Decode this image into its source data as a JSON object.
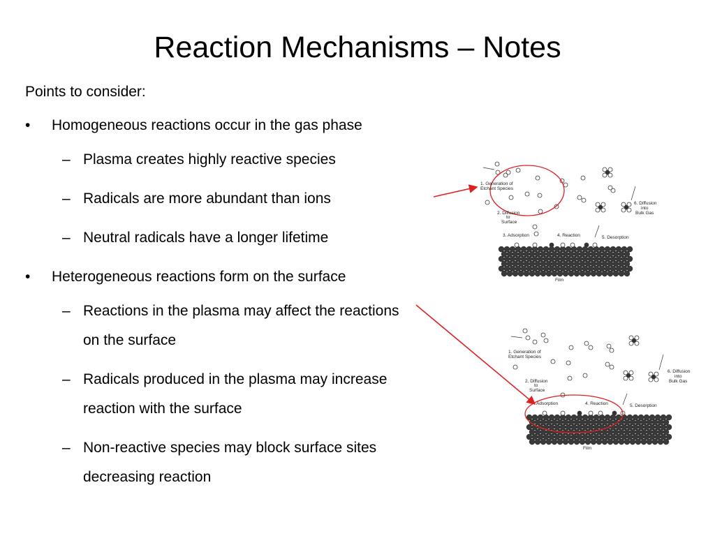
{
  "slide": {
    "title": "Reaction Mechanisms – Notes",
    "intro": "Points to consider:",
    "bullets": [
      {
        "marker": "•",
        "text": "Homogeneous reactions occur in the gas phase"
      },
      {
        "marker": "–",
        "text": "Plasma creates highly reactive species"
      },
      {
        "marker": "–",
        "text": "Radicals are more abundant than ions"
      },
      {
        "marker": "–",
        "text": "Neutral radicals have a longer lifetime"
      },
      {
        "marker": "•",
        "text": "Heterogeneous reactions form on the surface"
      },
      {
        "marker": "–",
        "text": "Reactions in the plasma may affect the reactions on the surface"
      },
      {
        "marker": "–",
        "text": "Radicals produced in the plasma may increase reaction with the surface"
      },
      {
        "marker": "–",
        "text": "Non-reactive species may block surface sites decreasing reaction"
      }
    ]
  },
  "diagram": {
    "labels": {
      "generation": [
        "1. Generation of",
        "Etchant Species"
      ],
      "diffusion_surface": [
        "2. Diffusion",
        "to",
        "Surface"
      ],
      "adsorption": "3. Adsorption",
      "adsorption_short": "Adsorption",
      "reaction": "4. Reaction",
      "desorption": "5. Desorption",
      "diffusion_bulk": [
        "6. Diffusion",
        "into",
        "Bulk Gas"
      ],
      "film": "Film"
    }
  },
  "colors": {
    "highlight": "#e02020",
    "substrate": "#3a3a3a",
    "text": "#000000"
  }
}
